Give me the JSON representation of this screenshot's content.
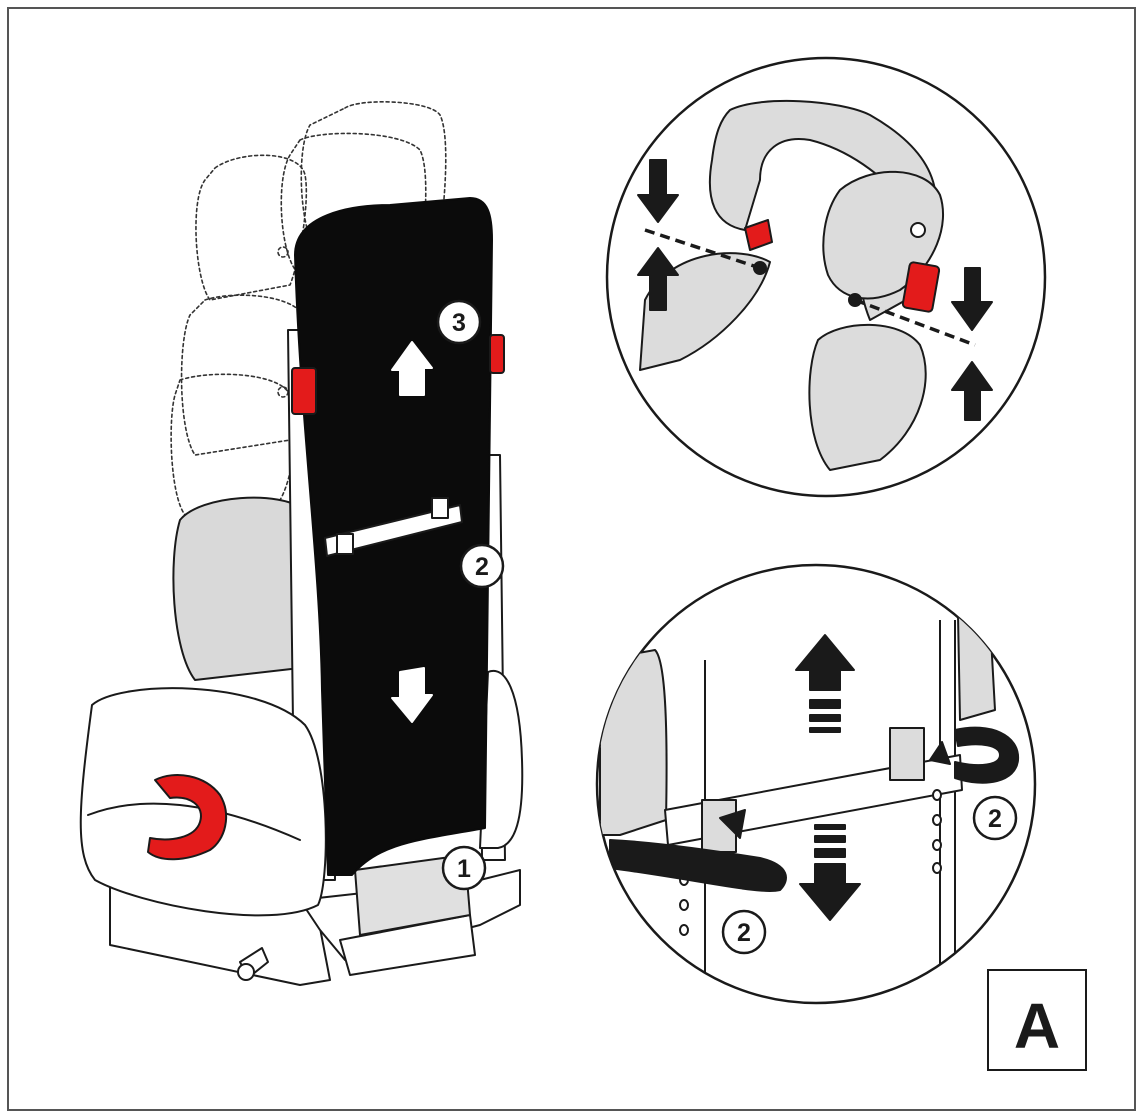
{
  "figure": {
    "panel_label": "A",
    "step_labels": {
      "bottom": "1",
      "middle": "2",
      "top": "3",
      "detail_left": "2",
      "detail_right": "2"
    },
    "colors": {
      "outline": "#1a1a1a",
      "backrest": "#0b0b0b",
      "shell_gray": "#d9d9d9",
      "accent_red": "#e31b1b",
      "paper": "#ffffff"
    }
  }
}
